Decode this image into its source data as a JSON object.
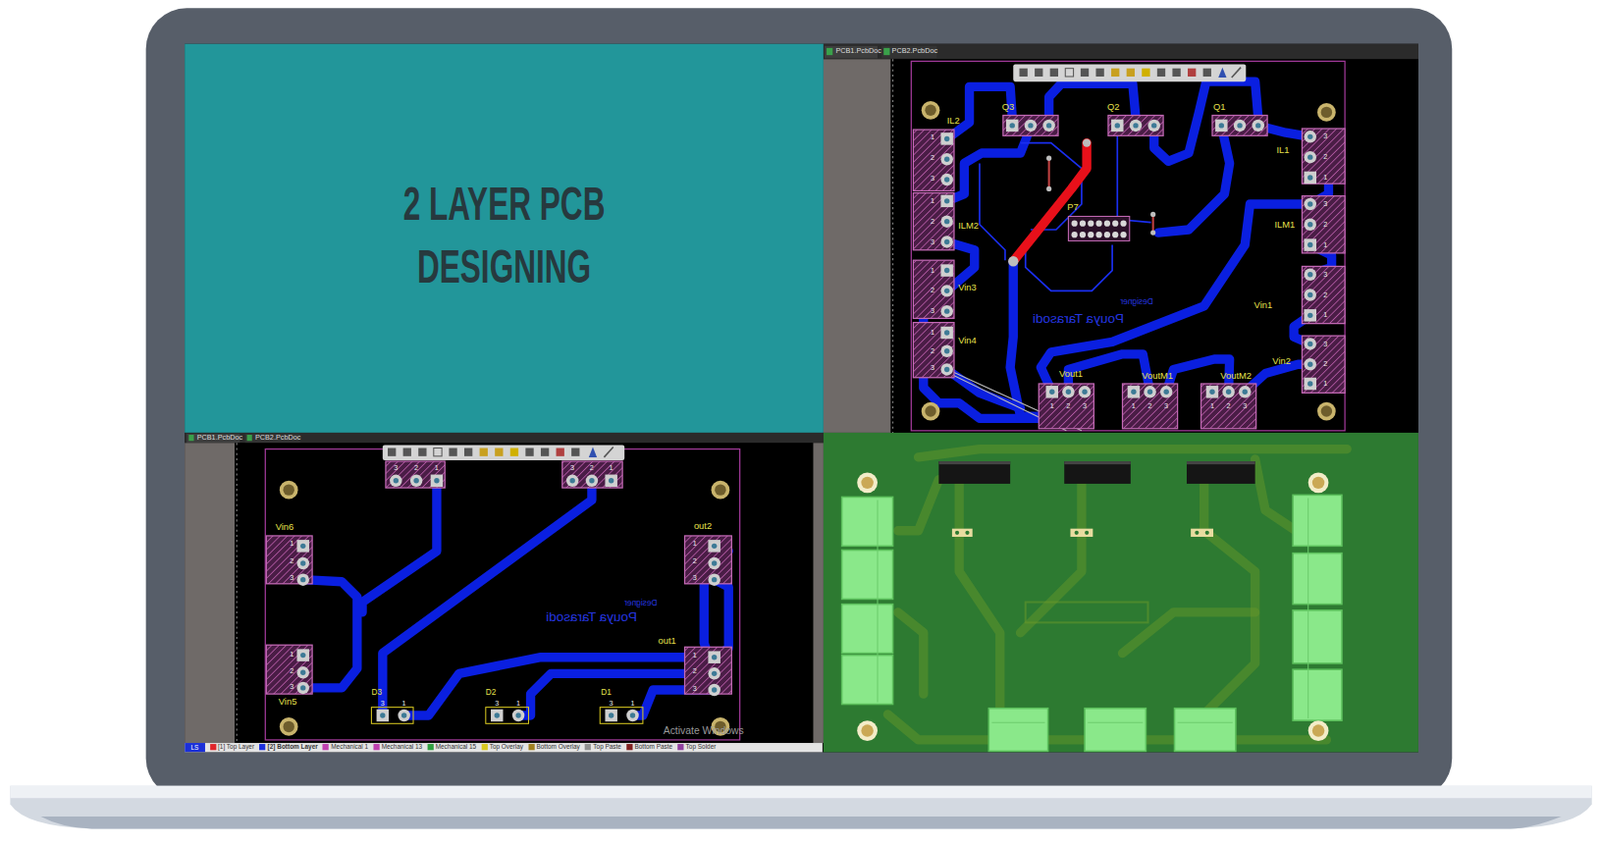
{
  "diagram": {
    "title": "2 LAYER PCB DESIGNING",
    "labels": [
      "PCB1.PcbDoc",
      "PCB2.PcbDoc",
      "Q3",
      "Q2",
      "Q1",
      "IL2",
      "1",
      "2",
      "3",
      "IL1",
      "3",
      "2",
      "1",
      "ILM2",
      "1",
      "2",
      "3",
      "ILM1",
      "3",
      "2",
      "1",
      "P7",
      "Vin3",
      "1",
      "2",
      "3",
      "Vin1",
      "3",
      "2",
      "1",
      "Designer",
      "Pouya Tarasodi",
      "Vin4",
      "1",
      "2",
      "3",
      "Vin2",
      "3",
      "2",
      "1",
      "Vout1",
      "1",
      "2",
      "3",
      "VoutM1",
      "1",
      "2",
      "3",
      "VoutM2",
      "1",
      "2",
      "3",
      "PCB1.PcbDoc",
      "PCB2.PcbDoc",
      "3",
      "2",
      "1",
      "3",
      "2",
      "1",
      "Vin6",
      "1",
      "2",
      "3",
      "out2",
      "1",
      "2",
      "3",
      "Designer",
      "Pouya Tarasodi",
      "out1",
      "1",
      "2",
      "3",
      "1",
      "2",
      "3",
      "Vin5",
      "D3",
      "3",
      "1",
      "D2",
      "3",
      "1",
      "D1",
      "3",
      "1",
      "Activate Windows",
      "LS"
    ],
    "legend": [
      {
        "text": "[1] Top Layer",
        "color": "#e0242a"
      },
      {
        "text": "[2] Bottom Layer",
        "color": "#1c2fe0"
      },
      {
        "text": "Mechanical 1",
        "color": "#c040b0"
      },
      {
        "text": "Mechanical 13",
        "color": "#c040b0"
      },
      {
        "text": "Mechanical 15",
        "color": "#30a040"
      },
      {
        "text": "Top Overlay",
        "color": "#d8c820"
      },
      {
        "text": "Bottom Overlay",
        "color": "#a08020"
      },
      {
        "text": "Top Paste",
        "color": "#909090"
      },
      {
        "text": "Bottom Paste",
        "color": "#802020"
      },
      {
        "text": "Top Solder",
        "color": "#9040a0"
      }
    ]
  }
}
